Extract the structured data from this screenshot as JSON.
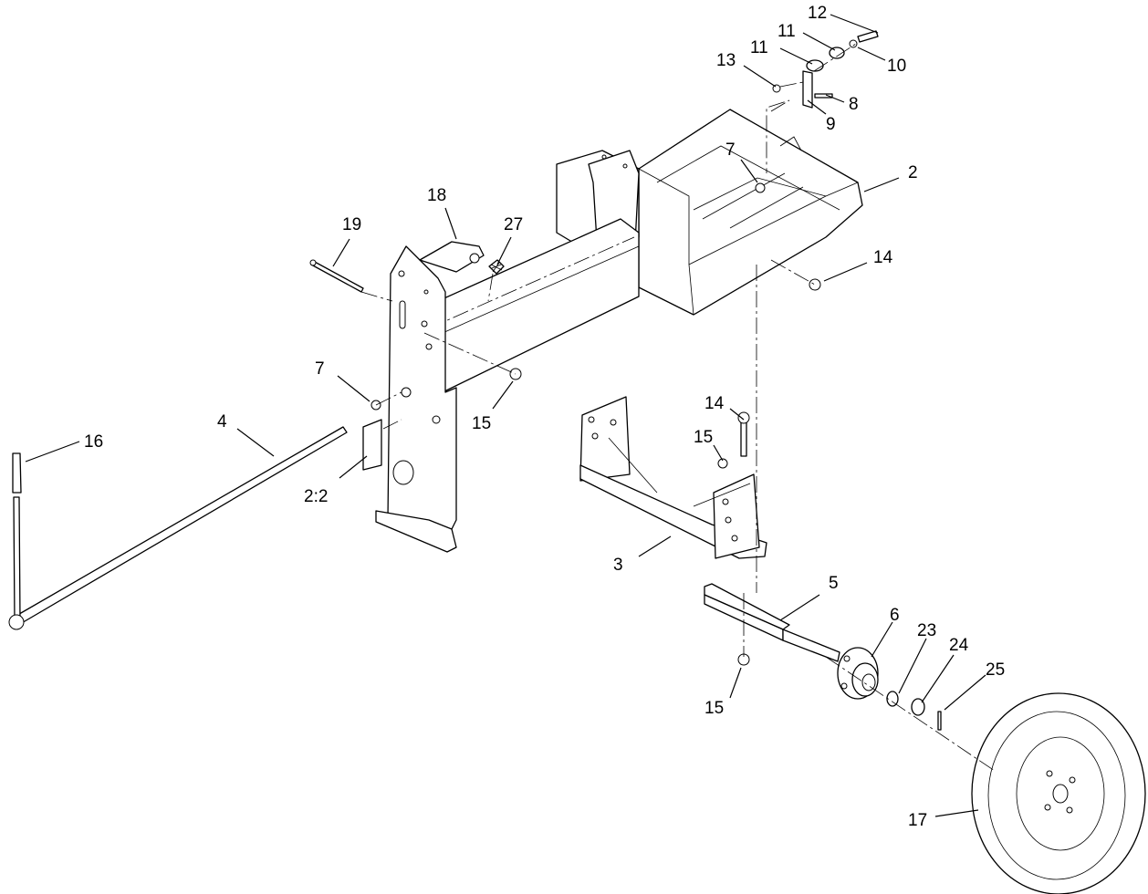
{
  "callouts": {
    "c12": "12",
    "c11a": "11",
    "c11b": "11",
    "c10": "10",
    "c13": "13",
    "c8": "8",
    "c9": "9",
    "c7a": "7",
    "c2": "2",
    "c18": "18",
    "c19": "19",
    "c27": "27",
    "c14a": "14",
    "c7b": "7",
    "c15a": "15",
    "c4": "4",
    "c16": "16",
    "c22": "2:2",
    "c14b": "14",
    "c15b": "15",
    "c3": "3",
    "c5": "5",
    "c6": "6",
    "c23": "23",
    "c24": "24",
    "c25": "25",
    "c15c": "15",
    "c17": "17"
  }
}
